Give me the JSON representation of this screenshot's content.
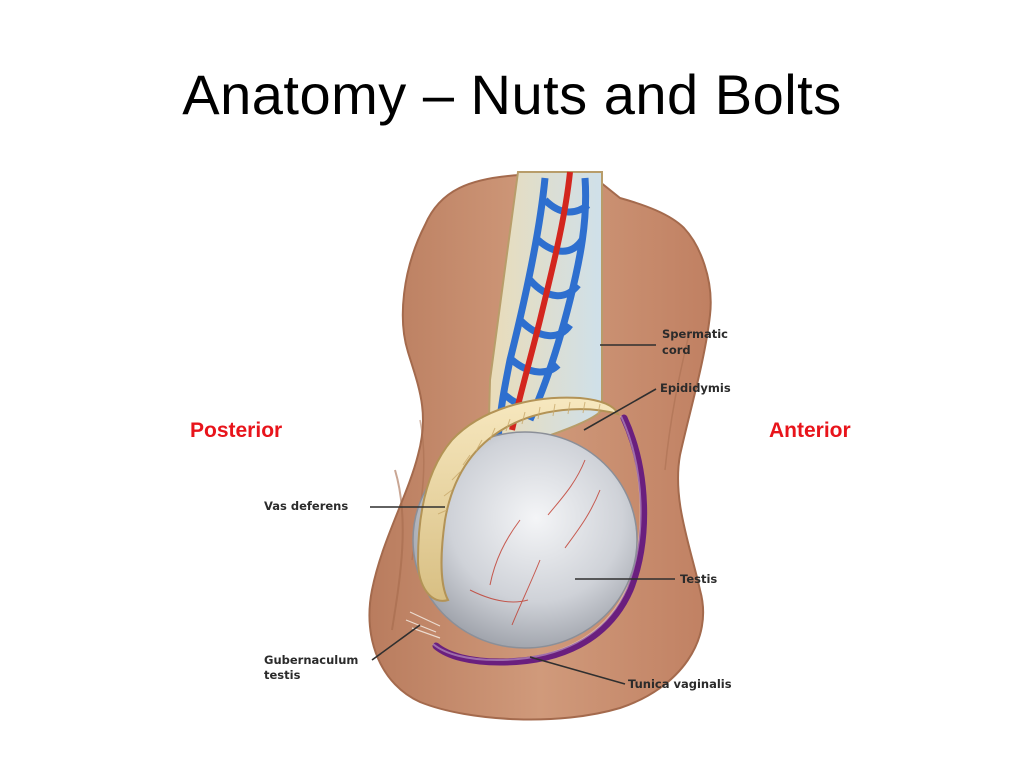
{
  "title": "Anatomy – Nuts and Bolts",
  "orientation": {
    "left": "Posterior",
    "right": "Anterior"
  },
  "colors": {
    "orientation_text": "#e8141b",
    "skin": "#c98e6e",
    "skin_shadow": "#a86a4c",
    "vas_deferens": "#f0d9a2",
    "testis": "#c9ccd2",
    "vein_network": "#2e6fcf",
    "artery": "#d3261e",
    "tunica_vaginalis": "#6a1f7e"
  },
  "labels": {
    "spermatic_cord_line1": "Spermatic",
    "spermatic_cord_line2": "cord",
    "epididymis": "Epididymis",
    "vas_deferens": "Vas deferens",
    "testis": "Testis",
    "gubernaculum_line1": "Gubernaculum",
    "gubernaculum_line2": "testis",
    "tunica_vaginalis": "Tunica vaginalis"
  }
}
